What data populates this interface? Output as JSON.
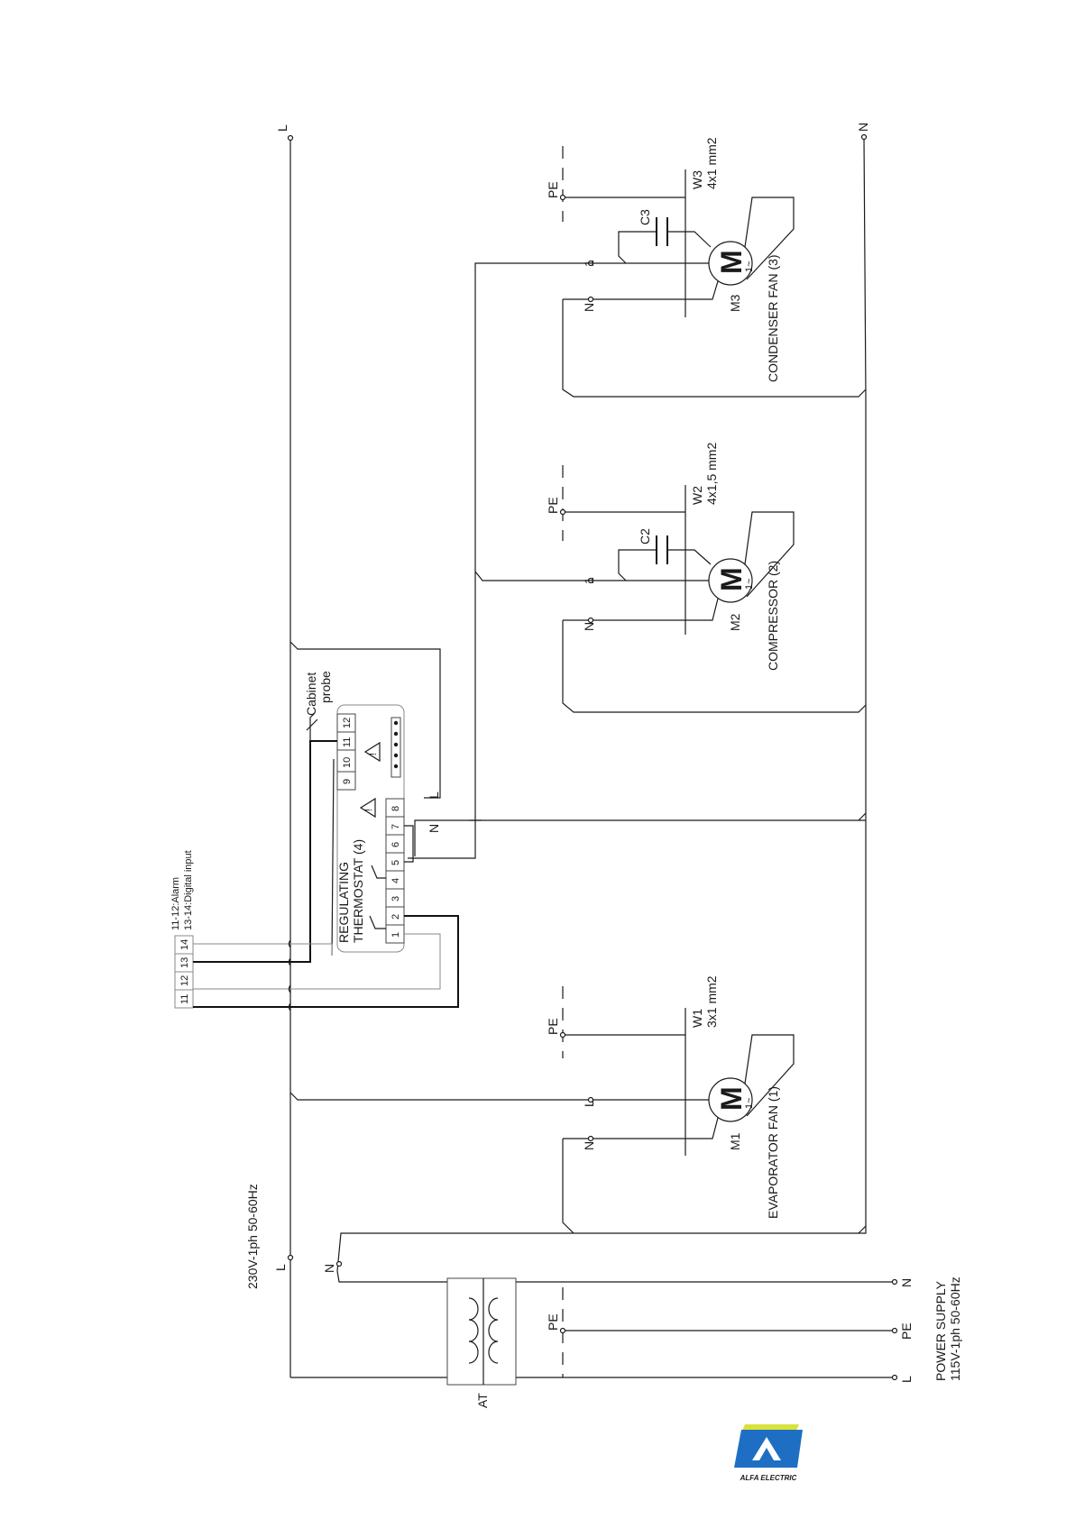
{
  "supply_230": {
    "label": "230V-1ph 50-60Hz",
    "L": "L",
    "N": "N"
  },
  "power_supply": {
    "line1": "POWER SUPPLY",
    "line2": "115V-1ph 50-60Hz",
    "N": "N",
    "PE": "PE",
    "L": "L"
  },
  "transformer": {
    "label": "AT"
  },
  "pe_label": "PE",
  "evaporator": {
    "name": "EVAPORATOR FAN (1)",
    "motor": "M1",
    "M": "M",
    "phase": "1~",
    "cable": "W1",
    "cable_size": "3x1 mm2",
    "term_N": "N",
    "term_L": "L"
  },
  "compressor": {
    "name": "COMPRESSOR (2)",
    "motor": "M2",
    "M": "M",
    "phase": "1~",
    "cable": "W2",
    "cable_size": "4x1,5 mm2",
    "cap": "C2",
    "term_N": "N",
    "term_1": "1"
  },
  "condenser": {
    "name": "CONDENSER FAN (3)",
    "motor": "M3",
    "M": "M",
    "phase": "1~",
    "cable": "W3",
    "cable_size": "4x1 mm2",
    "cap": "C3",
    "term_N": "N",
    "term_1": "1"
  },
  "bus_labels": {
    "L": "L",
    "N": "N"
  },
  "thermostat": {
    "line1": "REGULATING",
    "line2": "THERMOSTAT (4)",
    "terminals_bottom": [
      "1",
      "2",
      "3",
      "4",
      "5",
      "6",
      "7",
      "8"
    ],
    "terminals_top": [
      "9",
      "10",
      "11",
      "12"
    ],
    "probe_line1": "Cabinet",
    "probe_line2": "probe",
    "N": "N",
    "L": "L"
  },
  "io_block": {
    "terminals": [
      "11",
      "12",
      "13",
      "14"
    ],
    "line1": "11-12:Alarm",
    "line2": "13-14:Digital input"
  },
  "logo": {
    "brand": "ALFA ELECTRIC",
    "color": "#1e6fc4",
    "accent": "#d8e23a"
  }
}
